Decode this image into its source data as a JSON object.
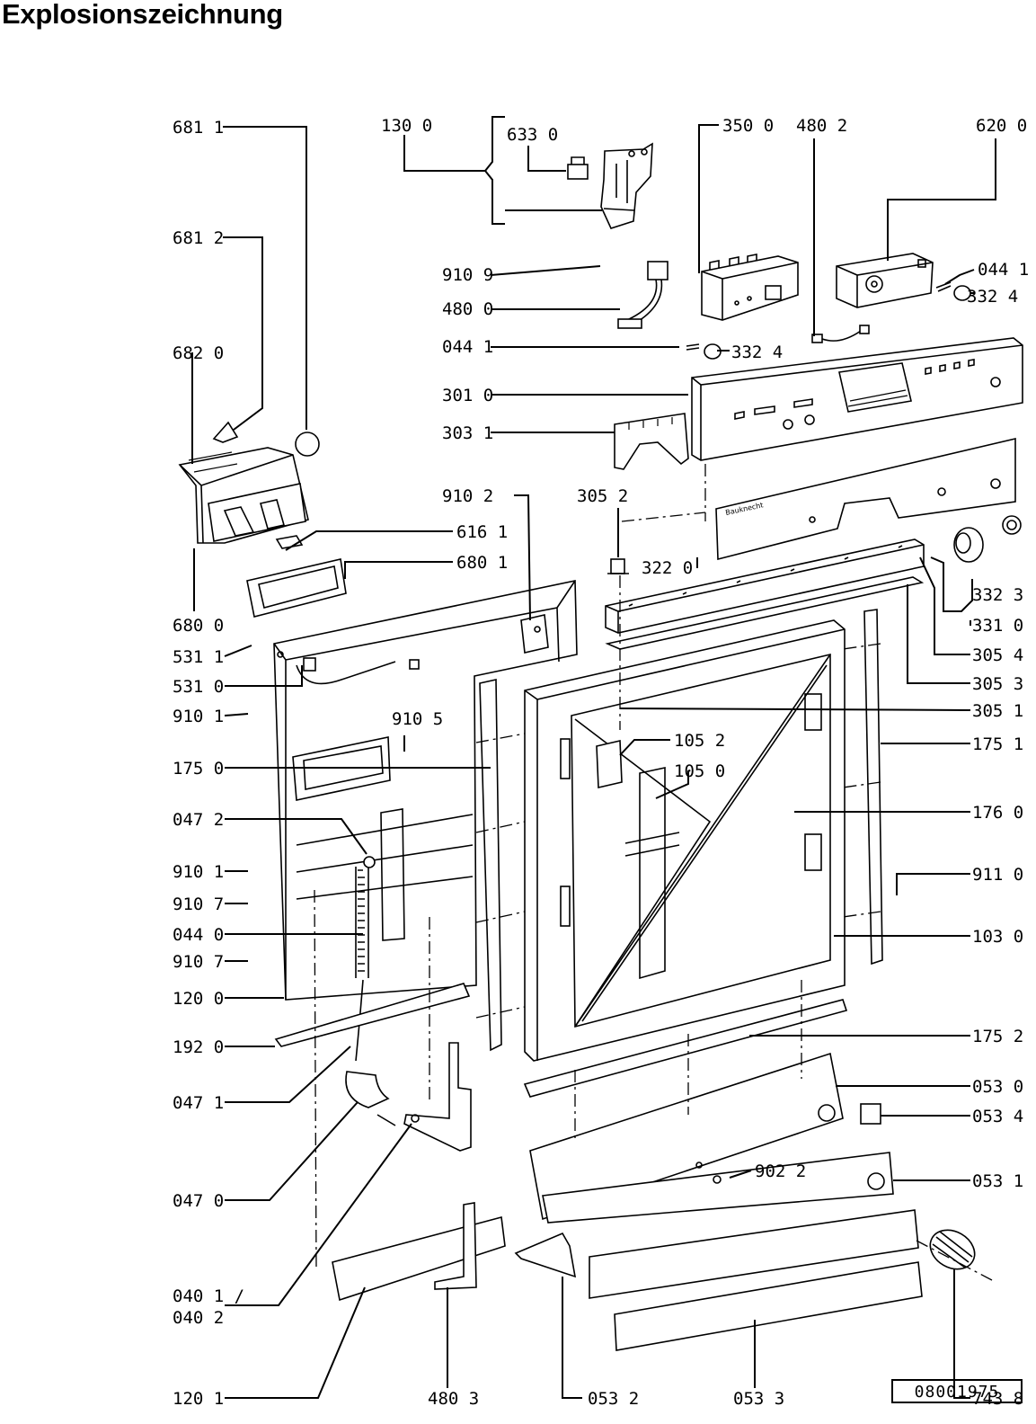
{
  "title": "Explosionszeichnung",
  "document_number": "08001975",
  "brand_mark": "Bauknecht",
  "callouts": [
    "681 1",
    "681 2",
    "682 0",
    "680 0",
    "616 1",
    "680 1",
    "130 0",
    "633 0",
    "910 9",
    "480 0",
    "044 1",
    "332 4",
    "301 0",
    "303 1",
    "910 2",
    "305 2",
    "322 0",
    "350 0",
    "480 2",
    "620 0",
    "044 1",
    "332 4",
    "332 3",
    "331 0",
    "305 4",
    "305 3",
    "305 1",
    "531 1",
    "531 0",
    "910 1",
    "910 5",
    "175 0",
    "047 2",
    "910 1",
    "910 7",
    "044 0",
    "910 7",
    "120 0",
    "192 0",
    "047 1",
    "047 0",
    "040 1 /",
    "040 2",
    "120 1",
    "480 3",
    "053 2",
    "053 3",
    "105 2",
    "105 0",
    "175 1",
    "176 0",
    "911 0",
    "103 0",
    "175 2",
    "053 0",
    "053 4",
    "902 2",
    "053 1",
    "743 8"
  ]
}
